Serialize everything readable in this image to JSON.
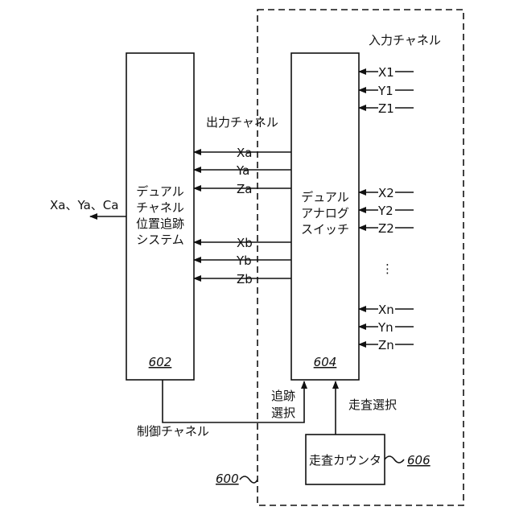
{
  "system_ref": "600",
  "input_channel_label": "入力チャネル",
  "output_channel_label": "出力チャネル",
  "control_channel_label": "制御チャネル",
  "tracking_select_label": [
    "追跡",
    "選択"
  ],
  "scan_select_label": "走査選択",
  "tracker_block": {
    "lines": [
      "デュアル",
      "チャネル",
      "位置追跡",
      "システム"
    ],
    "ref": "602"
  },
  "switch_block": {
    "lines": [
      "デュアル",
      "アナログ",
      "スイッチ"
    ],
    "ref": "604"
  },
  "counter_block": {
    "label": "走査カウンタ",
    "ref": "606"
  },
  "system_output": "Xa、Ya、Ca",
  "output_signals_a": [
    "Xa",
    "Ya",
    "Za"
  ],
  "output_signals_b": [
    "Xb",
    "Yb",
    "Zb"
  ],
  "input_signals": [
    "X1",
    "Y1",
    "Z1",
    "X2",
    "Y2",
    "Z2",
    "Xn",
    "Yn",
    "Zn"
  ],
  "ellipsis": "⋮"
}
